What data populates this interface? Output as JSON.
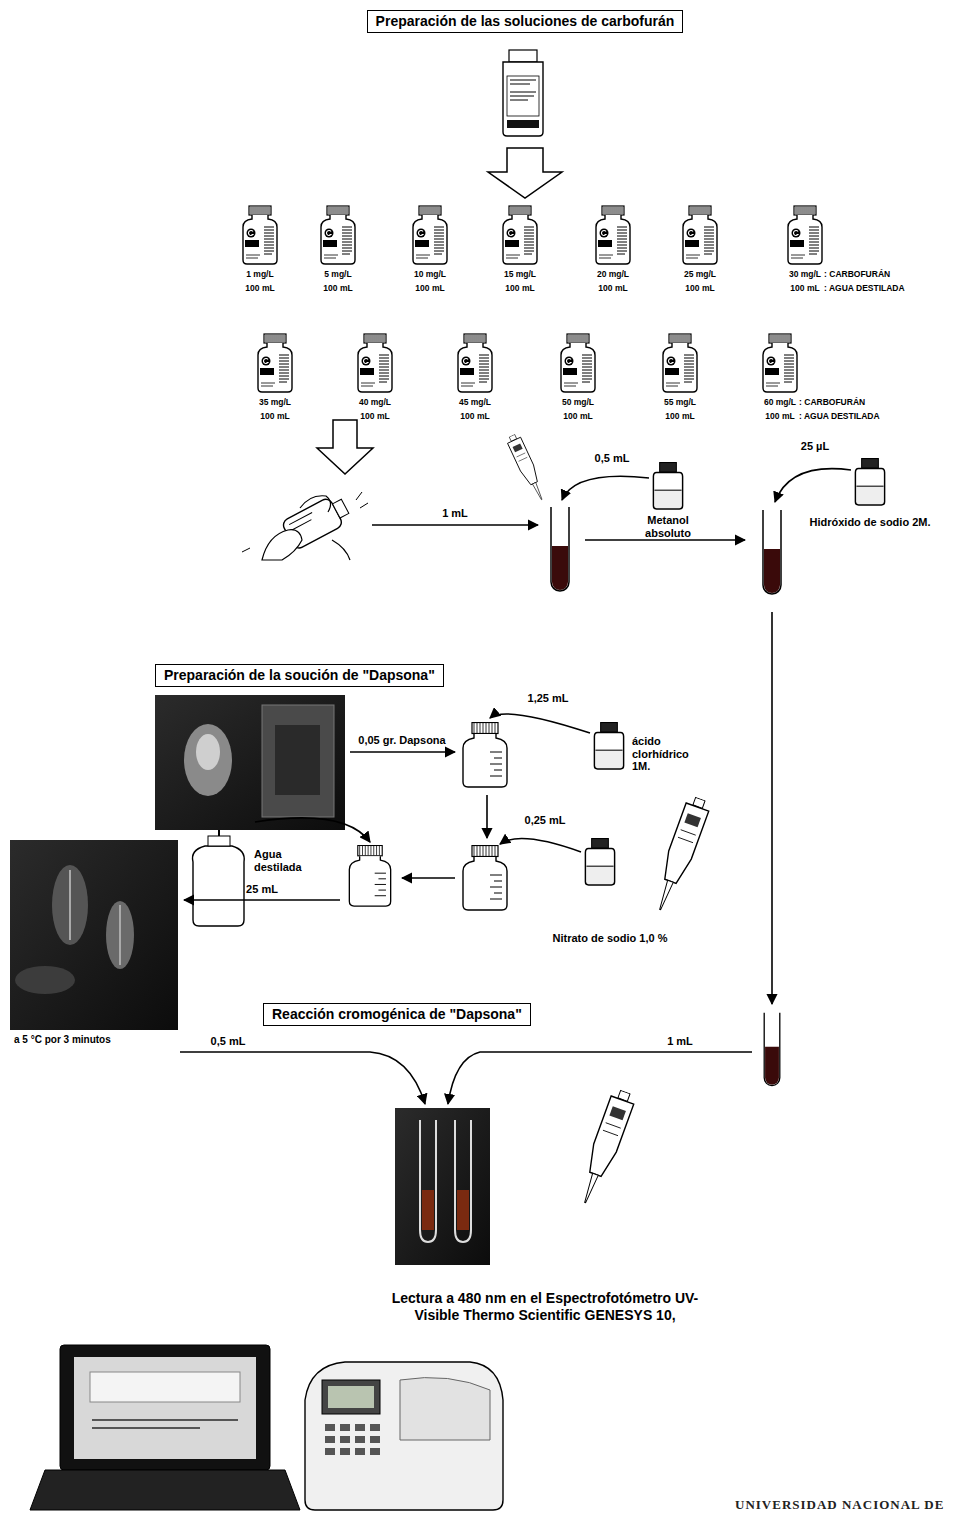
{
  "diagram": {
    "nodes": [
      {
        "text": [
          "Preparación de las soluciones de carbofurán"
        ]
      },
      {
        "text": [
          "1 mg/L",
          "100 mL"
        ]
      },
      {
        "text": [
          "5 mg/L",
          "100 mL"
        ]
      },
      {
        "text": [
          "10 mg/L",
          "100 mL"
        ]
      },
      {
        "text": [
          "15 mg/L",
          "100 mL"
        ]
      },
      {
        "text": [
          "20 mg/L",
          "100 mL"
        ]
      },
      {
        "text": [
          "25 mg/L",
          "100 mL"
        ]
      },
      {
        "text": [
          "30 mg/L",
          "100 mL"
        ]
      },
      {
        "text": [
          "35 mg/L",
          "100 mL"
        ]
      },
      {
        "text": [
          "40 mg/L",
          "100 mL"
        ]
      },
      {
        "text": [
          "45 mg/L",
          "100 mL"
        ]
      },
      {
        "text": [
          "50 mg/L",
          "100 mL"
        ]
      },
      {
        "text": [
          "55 mg/L",
          "100 mL"
        ]
      },
      {
        "text": [
          "60 mg/L",
          "100 mL"
        ]
      },
      {
        "text": [
          "Metanol absoluto"
        ]
      },
      {
        "text": [
          "Hidróxido de sodio 2M."
        ]
      },
      {
        "text": [
          "Preparación de la soución de \"Dapsona\""
        ]
      },
      {
        "text": [
          "ácido clorhídrico 1M."
        ]
      },
      {
        "text": [
          "Nitrato de sodio 1,0 %"
        ]
      },
      {
        "text": [
          "Agua destilada"
        ]
      },
      {
        "text": [
          "Reacción cromogénica de \"Dapsona\""
        ]
      }
    ],
    "labels": [
      ": CARBOFURÁN",
      ": AGUA DESTILADA",
      ": CARBOFURÁN",
      ": AGUA DESTILADA",
      "1 mL",
      "0,5 mL",
      "25 µL",
      "0,05 gr. Dapsona",
      "1,25 mL",
      "0,25 mL",
      "25 mL",
      "a 5 °C por 3 minutos",
      "0,5 mL",
      "1 mL",
      "Lectura a 480 nm en el Espectrofotómetro UV-Visible Thermo Scientific GENESYS 10,",
      "UNIVERSIDAD NACIONAL DE"
    ]
  }
}
